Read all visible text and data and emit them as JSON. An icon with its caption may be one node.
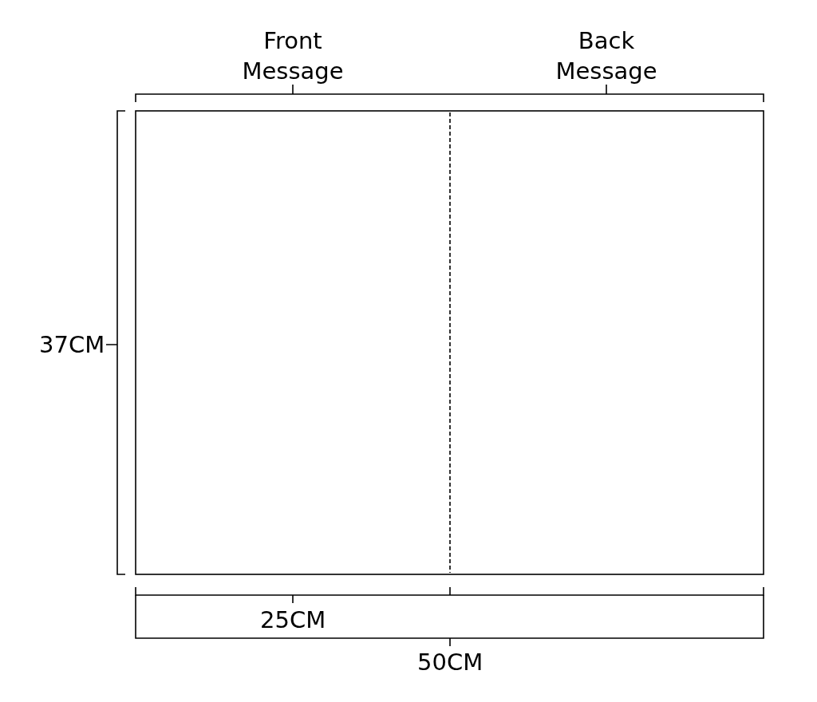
{
  "diagram": {
    "labels": [
      "Front Message",
      "Back Message",
      "37CM",
      "25CM",
      "50CM"
    ]
  }
}
